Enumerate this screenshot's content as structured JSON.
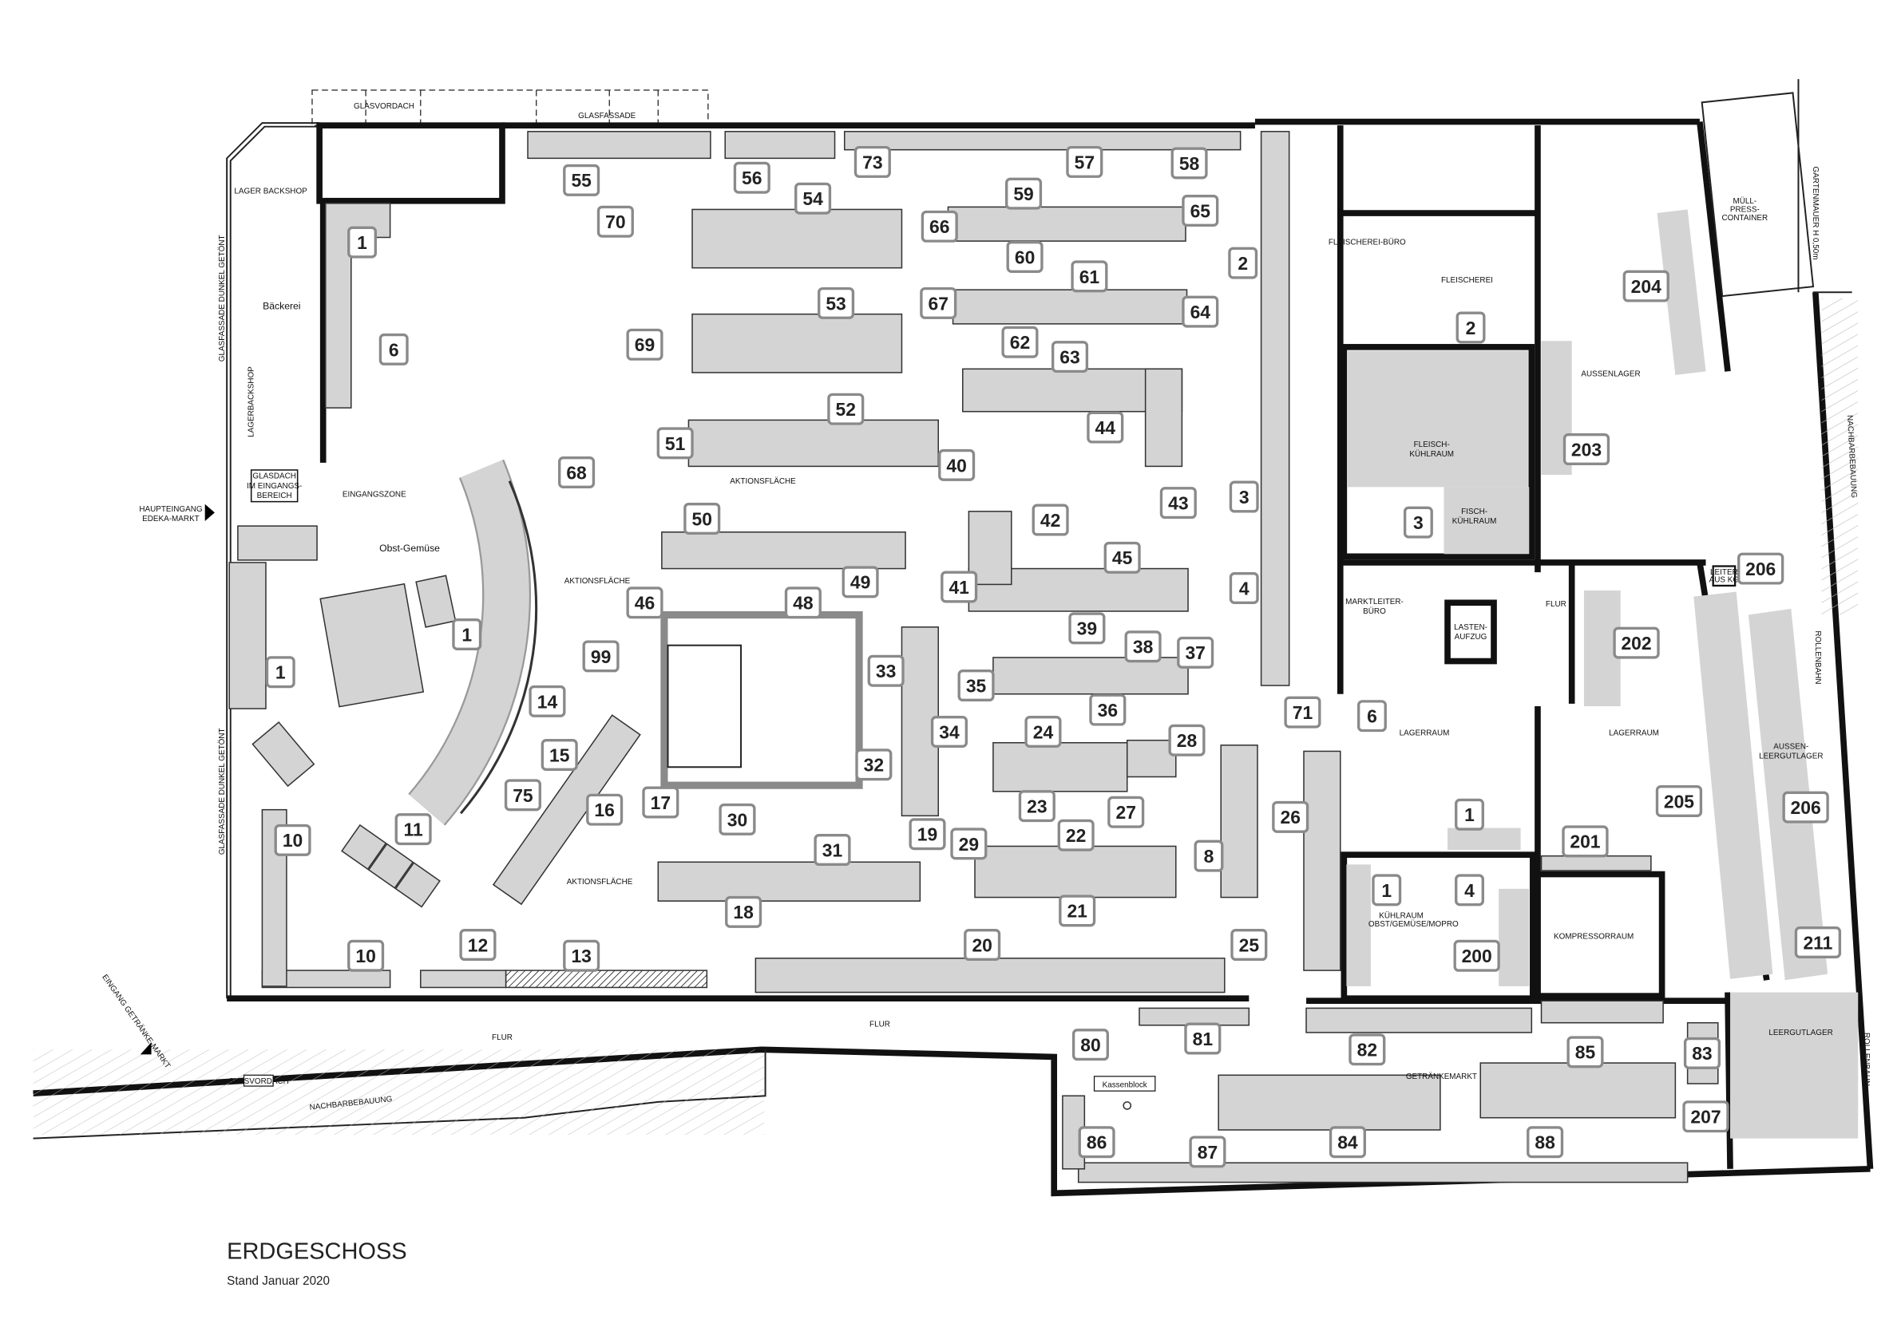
{
  "plan": {
    "title": "ERDGESCHOSS",
    "subtitle": "Stand Januar 2020"
  },
  "rooms": {
    "glasvordach_top": "GLASVORDACH",
    "glasfassade": "GLASFASSADE",
    "lager_backshop": "LAGER BACKSHOP",
    "baeckerei": "Bäckerei",
    "glasfassade_dunkel_1": "GLASFASSADE DUNKEL GETÖNT",
    "glasfassade_dunkel_2": "GLASFASSADE DUNKEL GETÖNT",
    "lagerbackshop": "LAGERBACKSHOP",
    "glasdach_1": "GLASDACH",
    "glasdach_2": "IM EINGANGS-",
    "glasdach_3": "BEREICH",
    "eingangszone": "EINGANGSZONE",
    "obst_gemuese": "Obst-Gemüse",
    "haupteingang_1": "HAUPTEINGANG",
    "haupteingang_2": "EDEKA-MARKT",
    "aktionsflaeche_1": "AKTIONSFLÄCHE",
    "aktionsflaeche_2": "AKTIONSFLÄCHE",
    "aktionsflaeche_3": "AKTIONSFLÄCHE",
    "flur_1": "FLUR",
    "flur_2": "FLUR",
    "flur_3": "FLUR",
    "eingang_getraenke": "EINGANG GETRÄNKE-MARKT",
    "glasvordach_bottom": "GLASVORDACH",
    "nachbarbebauung_bottom": "NACHBARBEBAUUNG",
    "nachbarbebauung_right": "NACHBARBEBAUUNG",
    "kassenblock": "Kassenblock",
    "getraenkemarkt": "GETRÄNKEMARKT",
    "fleischerei_buero": "FLEISCHEREI-BÜRO",
    "fleischerei": "FLEISCHEREI",
    "fleisch_kuehlraum_1": "FLEISCH-",
    "fleisch_kuehlraum_2": "KÜHLRAUM",
    "fisch_kuehlraum_1": "FISCH-",
    "fisch_kuehlraum_2": "KÜHLRAUM",
    "marktleiter_1": "MARKTLEITER-",
    "marktleiter_2": "BÜRO",
    "lastenaufzug_1": "LASTEN-",
    "lastenaufzug_2": "AUFZUG",
    "lagerraum_1": "LAGERRAUM",
    "lagerraum_2": "LAGERRAUM",
    "kuehlraum_1": "KÜHLRAUM",
    "kuehlraum_2": "OBST/GEMÜSE/MOPRO",
    "kompressorraum": "KOMPRESSORRAUM",
    "aussenlager": "AUSSENLAGER",
    "muell_1": "MÜLL-",
    "muell_2": "PRESS-",
    "muell_3": "CONTAINER",
    "gartenmauer": "GARTENMAUER H 0,50m",
    "leiter_1": "LEITER",
    "leiter_2": "AUS KG",
    "aussen_leergut_1": "AUSSEN-",
    "aussen_leergut_2": "LEERGUTLAGER",
    "rollenbahn_1": "ROLLENBAHN",
    "rollenbahn_2": "ROLLENBAHN",
    "leergutlager": "LEERGUTLAGER"
  },
  "fixture_labels": [
    "1",
    "55",
    "56",
    "73",
    "57",
    "58",
    "54",
    "70",
    "59",
    "66",
    "65",
    "60",
    "61",
    "67",
    "64",
    "62",
    "53",
    "6",
    "69",
    "63",
    "52",
    "51",
    "44",
    "40",
    "68",
    "43",
    "42",
    "50",
    "45",
    "41",
    "49",
    "46",
    "48",
    "39",
    "38",
    "37",
    "99",
    "1",
    "1",
    "14",
    "33",
    "35",
    "36",
    "34",
    "24",
    "28",
    "15",
    "16",
    "32",
    "17",
    "75",
    "30",
    "23",
    "27",
    "11",
    "19",
    "10",
    "22",
    "29",
    "31",
    "8",
    "18",
    "21",
    "12",
    "20",
    "25",
    "10",
    "13",
    "80",
    "81",
    "82",
    "85",
    "83",
    "84",
    "86",
    "87",
    "88",
    "207",
    "2",
    "3",
    "4",
    "71",
    "6",
    "26",
    "1",
    "1",
    "4",
    "200",
    "201",
    "205",
    "206",
    "211",
    "202",
    "203",
    "204",
    "206",
    "2",
    "3"
  ]
}
